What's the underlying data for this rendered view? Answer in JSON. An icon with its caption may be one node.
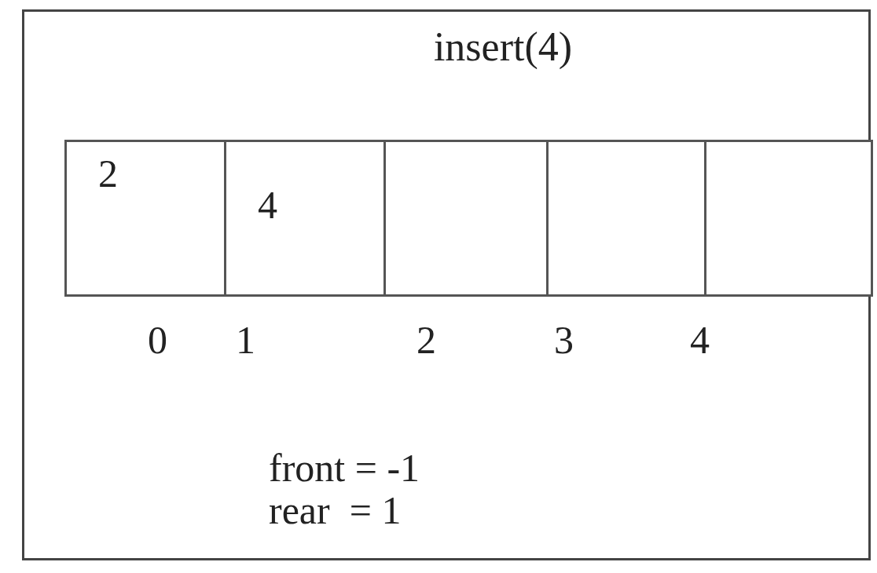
{
  "diagram": {
    "title": "insert(4)",
    "nodes": [
      {
        "text": [
          "2"
        ]
      },
      {
        "text": [
          "4"
        ]
      },
      {
        "text": [],
        "shape": "box"
      },
      {
        "text": [],
        "shape": "box"
      },
      {
        "text": [],
        "shape": "box"
      }
    ],
    "labels": [
      "0",
      "1",
      "2",
      "3",
      "4",
      "front = -1",
      "rear  = 1"
    ]
  }
}
